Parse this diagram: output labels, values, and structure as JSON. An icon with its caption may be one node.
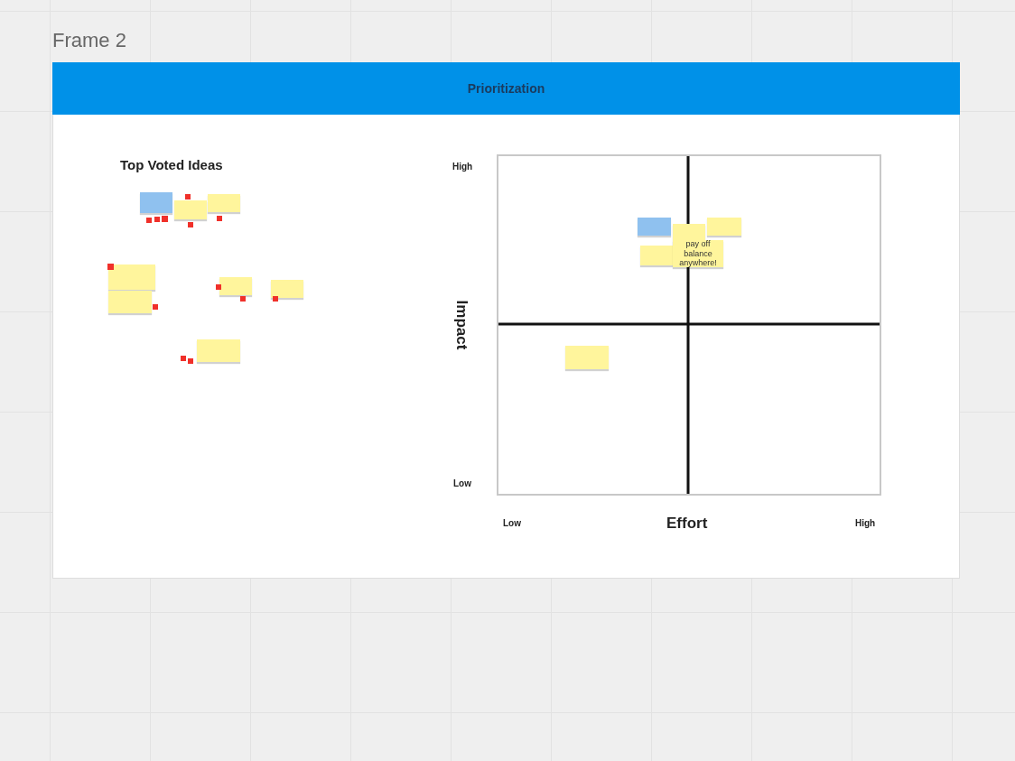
{
  "diagram": {
    "title": "Frame 2",
    "nodes": [
      {
        "text": [
          "Prioritization"
        ]
      },
      {
        "text": [],
        "shape": "box"
      },
      {
        "text": [],
        "shape": "box"
      },
      {
        "text": [],
        "shape": "box"
      },
      {
        "text": [],
        "shape": "box"
      },
      {
        "text": [],
        "shape": "box"
      },
      {
        "text": [],
        "shape": "box"
      },
      {
        "text": [],
        "shape": "box"
      },
      {
        "text": [],
        "shape": "box"
      },
      {
        "text": [],
        "shape": "box"
      },
      {
        "text": [],
        "shape": "box"
      },
      {
        "text": [],
        "shape": "box"
      },
      {
        "text": [],
        "shape": "box"
      },
      {
        "text": [
          "pay off balance anywhere!"
        ]
      },
      {
        "text": [],
        "shape": "box"
      }
    ],
    "edges": [],
    "labels": [
      "Top Voted Ideas",
      "High",
      "Low",
      "Impact",
      "Low",
      "Effort",
      "High"
    ]
  }
}
